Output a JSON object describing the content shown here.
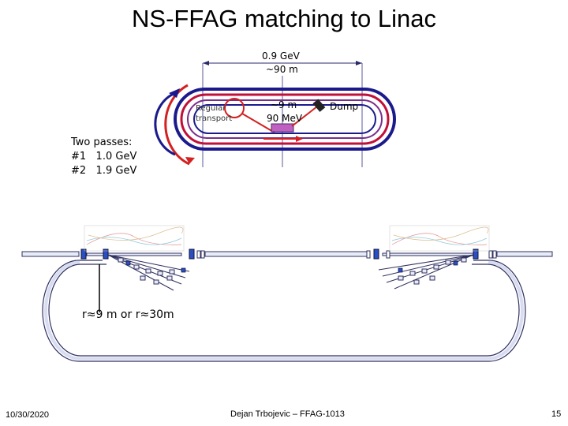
{
  "title": "NS-FFAG matching to Linac",
  "top_diagram": {
    "length_energy": "0.9 GeV",
    "length": "~90 m",
    "regular_transport": "Regular transport",
    "injector_length": "~9 m",
    "injector_energy": "90 MeV",
    "dump": "Dump"
  },
  "passes": {
    "heading": "Two passes:",
    "pass1": "#1   1.0 GeV",
    "pass2": "#2   1.9 GeV"
  },
  "bottom_diagram": {
    "radius_label": "r≈9 m or r≈30m"
  },
  "footer": {
    "date": "10/30/2020",
    "author": "Dejan Trbojevic – FFAG-1013",
    "page": "15"
  },
  "colors": {
    "ring_blue": "#1a1a8c",
    "ring_red": "#c0103a",
    "arrow_red": "#d42020",
    "magnet_blue": "#2a4fbf"
  }
}
